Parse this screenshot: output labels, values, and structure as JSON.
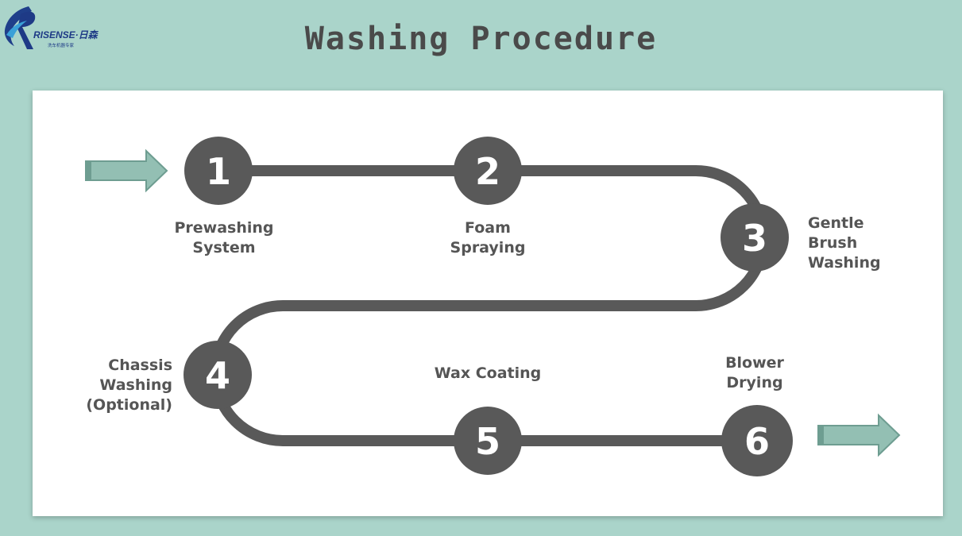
{
  "header": {
    "title": "Washing Procedure",
    "logo_text": "RISENSE·日森",
    "logo_subtext": "洗车机器专家"
  },
  "colors": {
    "background": "#aad4ca",
    "panel": "#ffffff",
    "path": "#595959",
    "arrow_fill": "#93bfb3",
    "arrow_stroke": "#6e9d91",
    "text": "#555555"
  },
  "steps": [
    {
      "number": "1",
      "label": "Prewashing\nSystem"
    },
    {
      "number": "2",
      "label": "Foam\nSpraying"
    },
    {
      "number": "3",
      "label": "Gentle\nBrush\nWashing"
    },
    {
      "number": "4",
      "label": "Chassis\nWashing\n(Optional)"
    },
    {
      "number": "5",
      "label": "Wax Coating"
    },
    {
      "number": "6",
      "label": "Blower\nDrying"
    }
  ]
}
